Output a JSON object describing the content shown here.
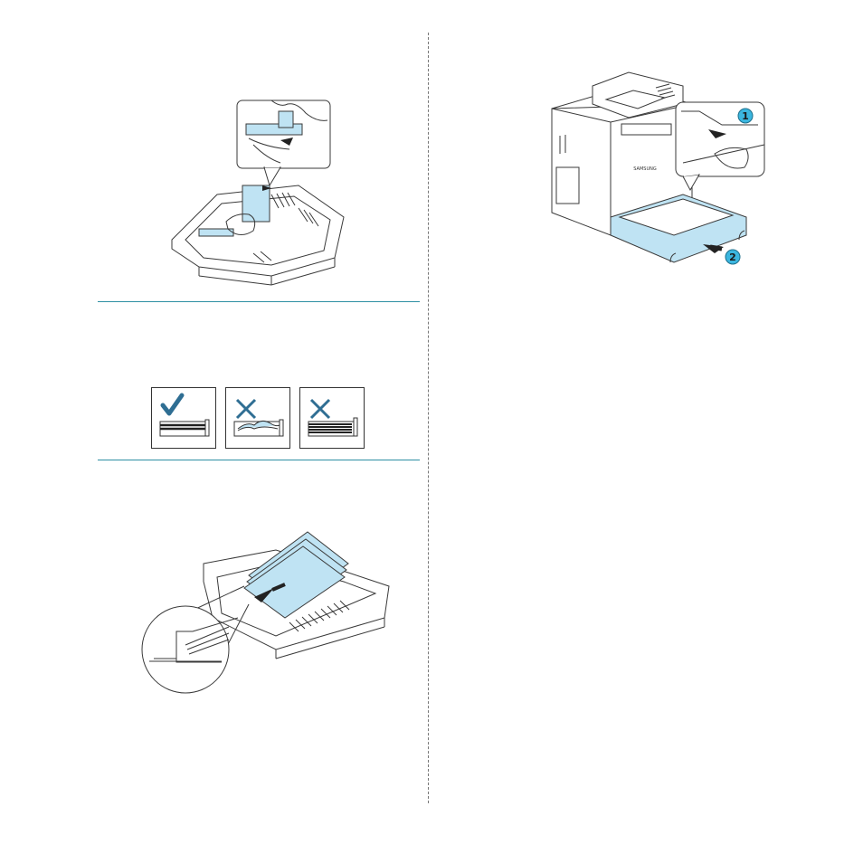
{
  "page": {
    "accent_color": "#2e8fa3",
    "highlight_color": "#bfe3f3",
    "callout_color": "#3bb6df"
  },
  "illustrations": {
    "guide_adjust": {
      "icon": "paper-guide-adjust-illustration"
    },
    "paper_check": {
      "panels": [
        {
          "icon": "checkmark-icon",
          "status": "correct"
        },
        {
          "icon": "cross-icon",
          "status": "incorrect"
        },
        {
          "icon": "cross-icon",
          "status": "incorrect"
        }
      ]
    },
    "paper_load": {
      "icon": "paper-tray-load-illustration"
    },
    "printer_insert": {
      "icon": "printer-tray-insert-illustration",
      "brand": "SAMSUNG",
      "steps": [
        "1",
        "2"
      ]
    }
  }
}
